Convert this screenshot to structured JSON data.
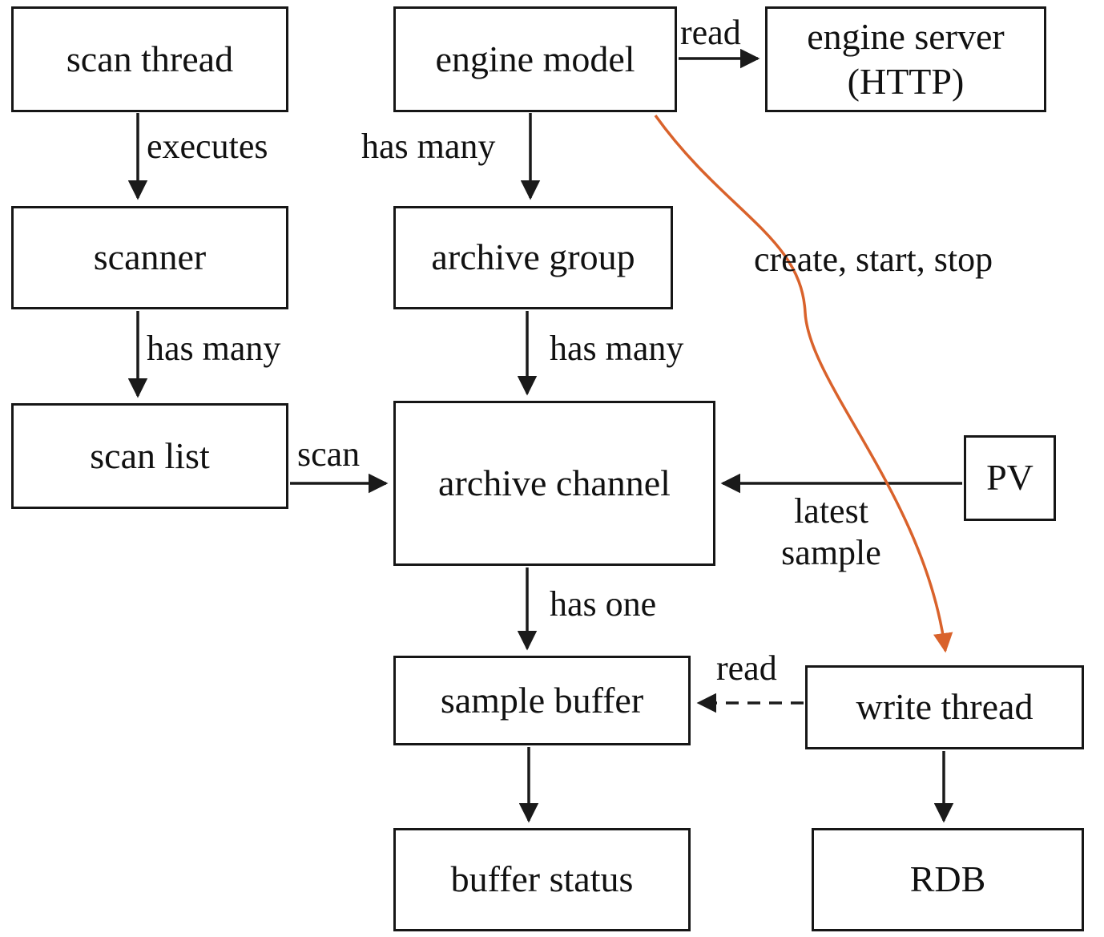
{
  "diagram": {
    "nodes": {
      "scan_thread": {
        "label": "scan thread"
      },
      "engine_model": {
        "label": "engine model"
      },
      "engine_server": {
        "label_line1": "engine server",
        "label_line2": "(HTTP)"
      },
      "scanner": {
        "label": "scanner"
      },
      "archive_group": {
        "label": "archive group"
      },
      "scan_list": {
        "label": "scan list"
      },
      "archive_channel": {
        "label": "archive channel"
      },
      "pv": {
        "label": "PV"
      },
      "sample_buffer": {
        "label": "sample buffer"
      },
      "write_thread": {
        "label": "write thread"
      },
      "buffer_status": {
        "label": "buffer status"
      },
      "rdb": {
        "label": "RDB"
      }
    },
    "edge_labels": {
      "executes": "executes",
      "engine_has_many": "has many",
      "read_server": "read",
      "scanner_has_many": "has many",
      "group_has_many": "has many",
      "scan": "scan",
      "latest": "latest",
      "sample": "sample",
      "has_one": "has one",
      "read_write": "read",
      "create_start_stop": "create, start, stop"
    },
    "colors": {
      "line": "#1a1a1a",
      "accent": "#d9622b",
      "background": "#ffffff"
    }
  }
}
